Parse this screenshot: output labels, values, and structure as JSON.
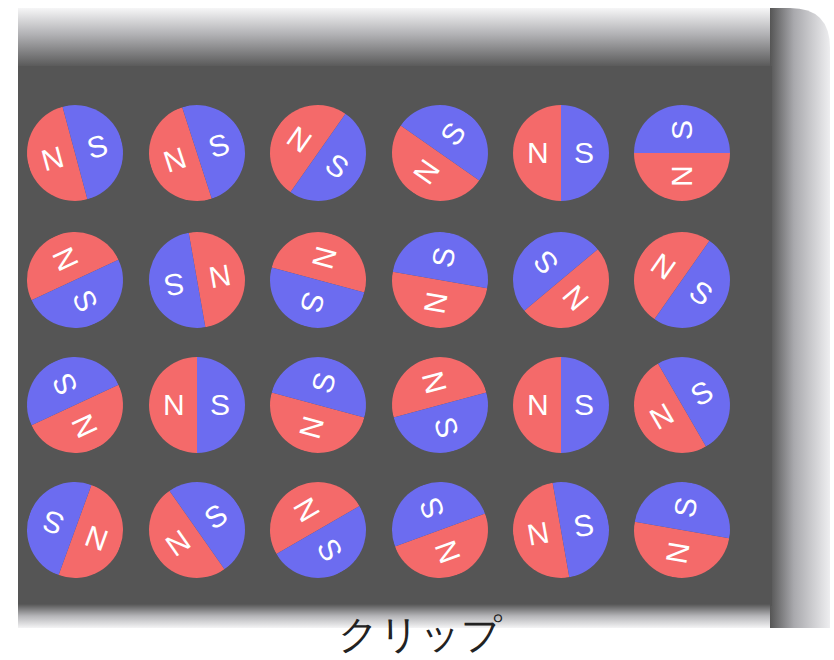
{
  "diagram": {
    "nodes": [
      {
        "text": [
          "N",
          "S"
        ]
      },
      {
        "text": [
          "N",
          "S"
        ]
      },
      {
        "text": [
          "N",
          "S"
        ]
      },
      {
        "text": [
          "N",
          "S"
        ]
      },
      {
        "text": [
          "N",
          "S"
        ]
      },
      {
        "text": [
          "N",
          "S"
        ]
      },
      {
        "text": [
          "N",
          "S"
        ]
      },
      {
        "text": [
          "N",
          "S"
        ]
      },
      {
        "text": [
          "N",
          "S"
        ]
      },
      {
        "text": [
          "N",
          "S"
        ]
      },
      {
        "text": [
          "N",
          "S"
        ]
      },
      {
        "text": [
          "N",
          "S"
        ]
      },
      {
        "text": [
          "N",
          "S"
        ]
      },
      {
        "text": [
          "N",
          "S"
        ]
      },
      {
        "text": [
          "N",
          "S"
        ]
      },
      {
        "text": [
          "N",
          "S"
        ]
      },
      {
        "text": [
          "N",
          "S"
        ]
      },
      {
        "text": [
          "N",
          "S"
        ]
      },
      {
        "text": [
          "N",
          "S"
        ]
      },
      {
        "text": [
          "N",
          "S"
        ]
      },
      {
        "text": [
          "N",
          "S"
        ]
      },
      {
        "text": [
          "N",
          "S"
        ]
      },
      {
        "text": [
          "N",
          "S"
        ]
      },
      {
        "text": [
          "N",
          "S"
        ]
      }
    ],
    "labels": [
      "クリップ"
    ]
  }
}
